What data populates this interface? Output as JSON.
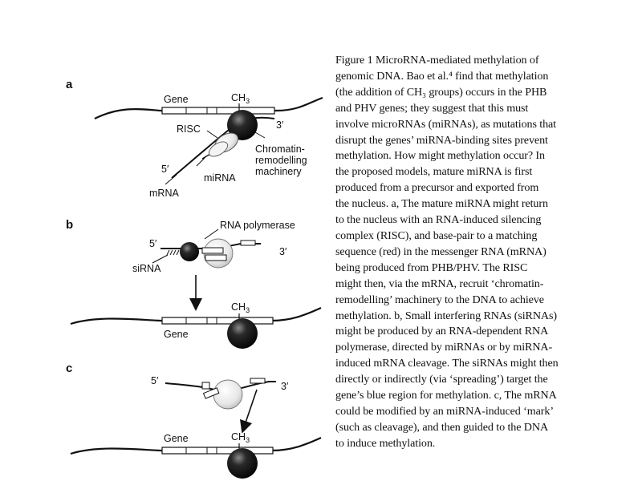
{
  "figure": {
    "panels": {
      "a": "a",
      "b": "b",
      "c": "c"
    },
    "labels": {
      "gene": "Gene",
      "ch3": "CH",
      "ch3_sub": "3",
      "three_prime": "3′",
      "five_prime": "5′",
      "risc": "RISC",
      "chromatin_1": "Chromatin-",
      "chromatin_2": "remodelling",
      "chromatin_3": "machinery",
      "mirna": "miRNA",
      "mrna": "mRNA",
      "rna_polymerase": "RNA polymerase",
      "sirna": "siRNA"
    }
  },
  "caption": {
    "lines": [
      "Figure 1 MicroRNA-mediated methylation of",
      "genomic DNA. Bao et al.⁴ find that methylation",
      "(the addition of CH₃ groups) occurs in the PHB",
      "and PHV genes; they suggest that this must",
      "involve microRNAs (miRNAs), as mutations that",
      "disrupt the genes’ miRNA-binding sites prevent",
      "methylation. How might methylation occur? In",
      "the proposed models, mature miRNA is first",
      "produced from a precursor and exported from",
      "the nucleus. a, The mature miRNA might return",
      "to the nucleus with an RNA-induced silencing",
      "complex (RISC), and base-pair to a matching",
      "sequence (red) in the messenger RNA (mRNA)",
      "being produced from PHB/PHV. The RISC",
      "might then, via the mRNA, recruit ‘chromatin-",
      "remodelling’ machinery to the DNA to achieve",
      "methylation. b, Small interfering RNAs (siRNAs)",
      "might be produced by an RNA-dependent RNA",
      "polymerase, directed by miRNAs or by miRNA-",
      "induced mRNA cleavage. The siRNAs might then",
      "directly or indirectly (via ‘spreading’) target the",
      "gene’s blue region for methylation. c, The mRNA",
      "could be modified by an miRNA-induced ‘mark’",
      "(such as cleavage), and then guided to the DNA",
      "to induce methylation."
    ]
  }
}
